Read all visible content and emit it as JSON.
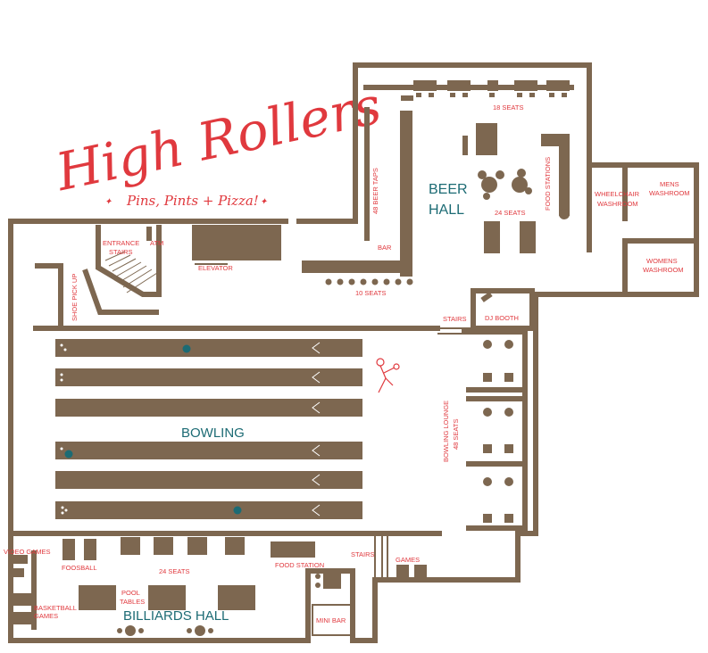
{
  "logo": {
    "title": "High Rollers",
    "tagline": "Pins, Pints + Pizza!",
    "star": "✦"
  },
  "colors": {
    "wall": "#7d6750",
    "label": "#e0393e",
    "accent": "#1c6b74"
  },
  "labels": {
    "beer_hall_1": "BEER",
    "beer_hall_2": "HALL",
    "seats_top": "18 SEATS",
    "beer_taps": "48 BEER TAPS",
    "bar": "BAR",
    "seats_bar": "10 SEATS",
    "seats_beer_hall": "24 SEATS",
    "food_stations": "FOOD STATIONS",
    "wheelchair_1": "WHEELCHAIR",
    "wheelchair_2": "WASHROOM",
    "mens_1": "MENS",
    "mens_2": "WASHROOM",
    "womens_1": "WOMENS",
    "womens_2": "WASHROOM",
    "entrance_1": "ENTRANCE",
    "entrance_2": "STAIRS",
    "atm": "ATM",
    "elevator": "ELEVATOR",
    "shoe_pickup": "SHOE PICK UP",
    "stairs_top": "STAIRS",
    "dj_booth": "DJ BOOTH",
    "bowling": "BOWLING",
    "lounge_1": "BOWLING LOUNGE",
    "lounge_2": "48 SEATS",
    "video_games": "VIDEO GAMES",
    "foosball": "FOOSBALL",
    "seats_billiards": "24 SEATS",
    "food_station": "FOOD STATION",
    "stairs_bottom": "STAIRS",
    "games": "GAMES",
    "basketball_1": "BASKETBALL",
    "basketball_2": "GAMES",
    "pool_1": "POOL",
    "pool_2": "TABLES",
    "billiards_hall": "BILLIARDS HALL",
    "mini_bar": "MINI BAR"
  }
}
